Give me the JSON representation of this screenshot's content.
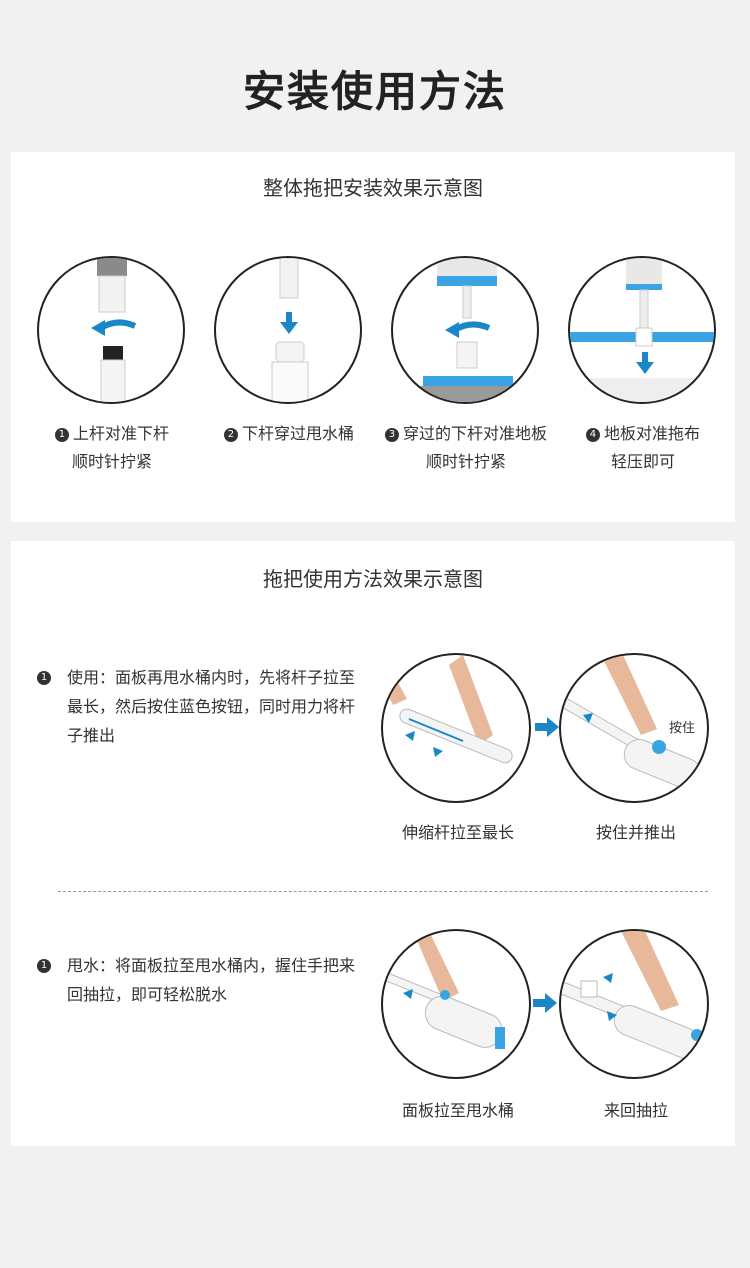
{
  "page": {
    "title": "安装使用方法"
  },
  "install": {
    "title": "整体拖把安装效果示意图",
    "steps": [
      {
        "num": "1",
        "line1": "上杆对准下杆",
        "line2": "顺时针拧紧"
      },
      {
        "num": "2",
        "line1": "下杆穿过甩水桶",
        "line2": ""
      },
      {
        "num": "3",
        "line1": "穿过的下杆对准地板",
        "line2": "顺时针拧紧"
      },
      {
        "num": "4",
        "line1": "地板对准拖布",
        "line2": "轻压即可"
      }
    ]
  },
  "usage": {
    "title": "拖把使用方法效果示意图",
    "use": {
      "num": "1",
      "text": "使用：面板再甩水桶内时，先将杆子拉至最长，然后按住蓝色按钮，同时用力将杆子推出",
      "label_left": "伸缩杆拉至最长",
      "label_right": "按住并推出",
      "press_note": "按住"
    },
    "spin": {
      "num": "1",
      "text": "甩水：将面板拉至甩水桶内，握住手把来回抽拉，即可轻松脱水",
      "label_left": "面板拉至甩水桶",
      "label_right": "来回抽拉"
    }
  },
  "colors": {
    "accent": "#1a87c9",
    "dark": "#222222",
    "panel_blue": "#3aa3e3"
  }
}
